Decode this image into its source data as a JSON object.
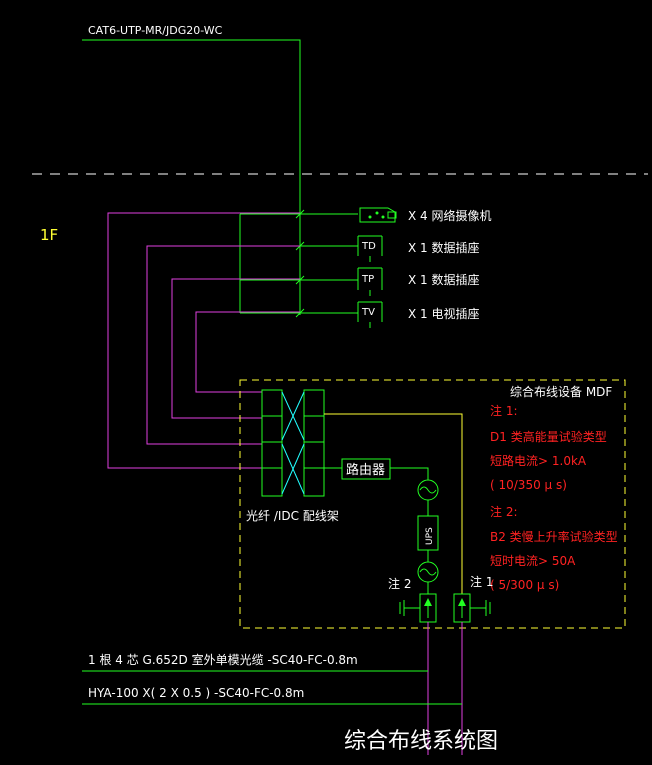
{
  "labels": {
    "cable_top": "CAT6-UTP-MR/JDG20-WC",
    "floor": "1F",
    "camera": "X 4  网络摄像机",
    "td": "X 1  数据插座",
    "tp": "X 1  数据插座",
    "tv": "X 1  电视插座",
    "td_box": "TD",
    "tp_box": "TP",
    "tv_box": "TV",
    "equipment": "综合布线设备    MDF",
    "note1_title": "注 1:",
    "note1_line1": "D1 类高能量试验类型",
    "note1_line2": "短路电流>    1.0kA",
    "note1_line3": "( 10/350    μ s)",
    "note2_title": "注 2:",
    "note2_line1": "B2  类慢上升率试验类型",
    "note2_line2": "短时电流>    50A",
    "note2_line3": "( 5/300    μ s)",
    "router": "路由器",
    "ups_box": "UPS",
    "patch_panel": "光纤 /IDC    配线架",
    "note2_tag": "注 2",
    "note1_tag": "注 1",
    "fiber_cable": "1 根 4 芯 G.652D    室外单模光缆    -SC40-FC-0.8m",
    "hya_cable": "HYA-100      X( 2 X 0.5 ) -SC40-FC-0.8m",
    "title": "综合布线系统图"
  },
  "colors": {
    "green": "#22ff22",
    "magenta": "#e040e0",
    "yellow": "#ffff33",
    "red": "#ff2222",
    "white": "#ffffff",
    "cyan": "#22ffff"
  }
}
